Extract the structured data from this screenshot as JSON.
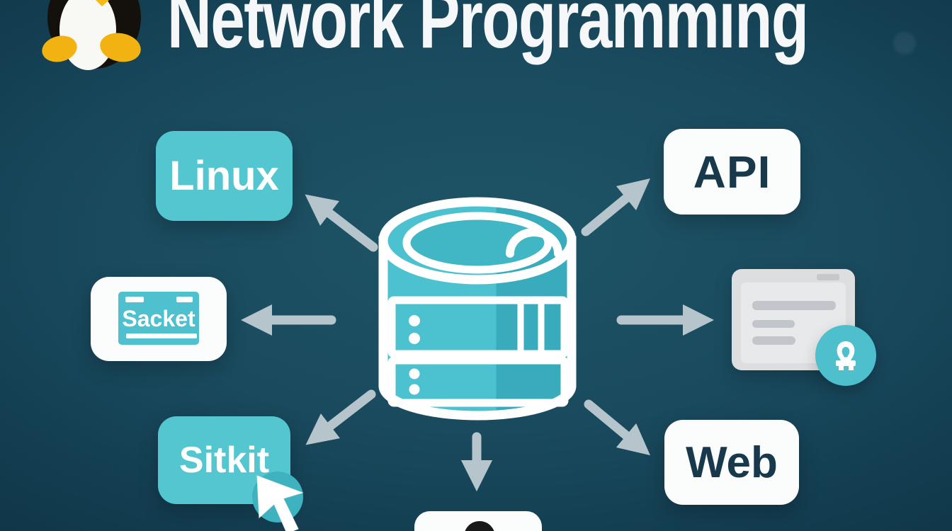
{
  "title": "Network Programming",
  "logo": "tux-penguin",
  "center": {
    "icon": "database-cylinder"
  },
  "nodes": {
    "linux": {
      "label": "Linux"
    },
    "api": {
      "label": "API"
    },
    "sacket": {
      "label": "Sacket"
    },
    "sitkit": {
      "label": "Sitkit"
    },
    "web": {
      "label": "Web"
    }
  },
  "icons": {
    "right_card": "document-card",
    "right_badge": "user-badge",
    "cursor": "mouse-cursor",
    "bottom_partial": "partial-white-box-with-dark-circle",
    "arrows": [
      "up-left",
      "up-right",
      "left",
      "right",
      "down-left",
      "down-right",
      "down"
    ]
  },
  "colors": {
    "background_center": "#1e5466",
    "background_edge": "#0d3040",
    "teal": "#54c6d0",
    "teal_dark": "#38acbd",
    "white_box": "#fbfcfc",
    "navy_text": "#18384b",
    "arrow_gray": "#b6c5cb",
    "badge": "#4dbfcd",
    "card_gray": "#dcdee0",
    "tux_yellow": "#f2b212"
  }
}
